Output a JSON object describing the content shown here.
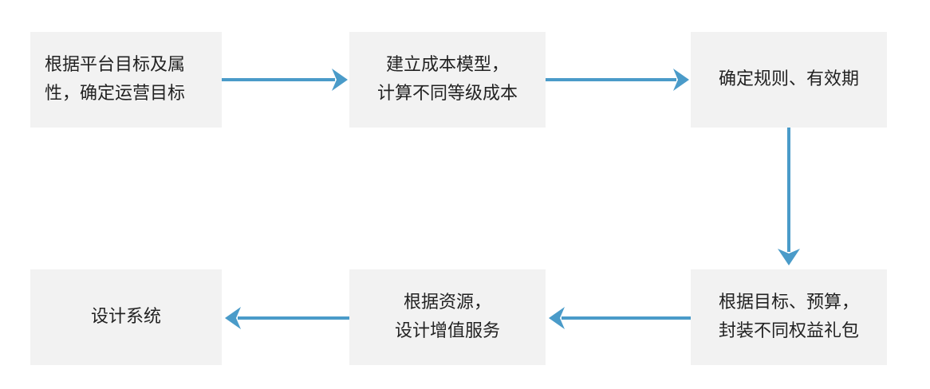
{
  "colors": {
    "box_fill": "#f2f2f2",
    "arrow": "#4a9bc9",
    "text": "#222222"
  },
  "steps": [
    {
      "lines": [
        "根据平台目标及属",
        "性，确定运营目标"
      ]
    },
    {
      "lines": [
        "建立成本模型，",
        "计算不同等级成本"
      ]
    },
    {
      "lines": [
        "确定规则、有效期"
      ]
    },
    {
      "lines": [
        "根据目标、预算，",
        "封装不同权益礼包"
      ]
    },
    {
      "lines": [
        "根据资源，",
        "设计增值服务"
      ]
    },
    {
      "lines": [
        "设计系统"
      ]
    }
  ]
}
